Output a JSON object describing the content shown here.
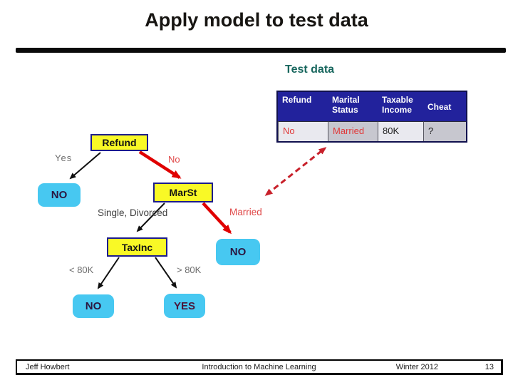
{
  "title": "Apply model to test data",
  "section_label": "Test data",
  "table": {
    "headers": [
      "Refund",
      "Marital Status",
      "Taxable Income",
      "Cheat"
    ],
    "row": [
      "No",
      "Married",
      "80K",
      "?"
    ]
  },
  "tree": {
    "nodes": {
      "refund": "Refund",
      "marst": "MarSt",
      "taxinc": "TaxInc"
    },
    "leaves": {
      "refund_yes": "NO",
      "married": "NO",
      "income_low": "NO",
      "income_high": "YES"
    },
    "edges": {
      "yes": "Yes",
      "no": "No",
      "single_divorced": "Single, Divorced",
      "married": "Married",
      "lt_80k": "< 80K",
      "gt_80k": "> 80K"
    }
  },
  "footer": {
    "author": "Jeff Howbert",
    "course": "Introduction to Machine Learning",
    "term": "Winter 2012",
    "page": "13"
  },
  "colors": {
    "node_fill": "#f9f926",
    "node_border": "#1c1c8c",
    "leaf_fill": "#47c8f1",
    "highlight_arrow_red": "#e00000",
    "dashed_arrow_red": "#c8202a",
    "table_header_bg": "#22229c",
    "table_red_text": "#e03838",
    "test_data_teal": "#17665d"
  }
}
